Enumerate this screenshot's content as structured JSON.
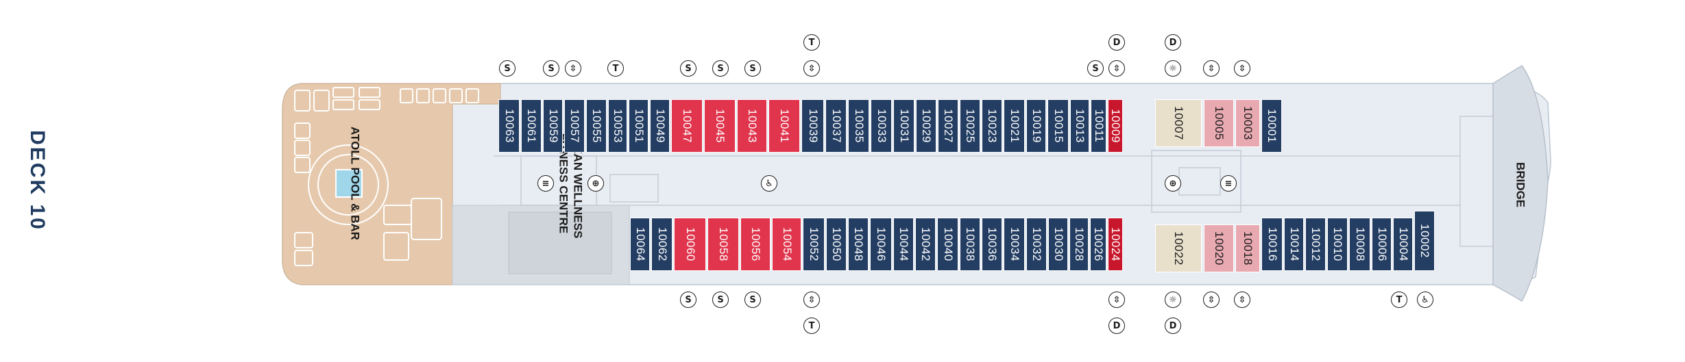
{
  "deck_title": "DECK 10",
  "labels": {
    "pool": "ATOLL POOL & BAR",
    "fitness_line1": "OCEAN WELLNESS",
    "fitness_line2": "FITNESS CENTRE",
    "bridge": "BRIDGE"
  },
  "colors": {
    "standard_cabin": "#243e63",
    "highlight_cabin": "#e0354d",
    "suite_cabin": "#e8a9b1",
    "deep_red_cabin": "#c8172d",
    "beige_cabin": "#e9e0cc",
    "deck_floor": "#e6ebf1",
    "pool_area": "#e6c9ac"
  },
  "legend_symbols": {
    "S": "S",
    "T": "T",
    "D": "D",
    "lift-icon": "⇳",
    "stairs-icon": "≡",
    "accessible-icon": "♿",
    "wave-icon": "☼",
    "defib-icon": "⊕"
  },
  "cabins_top": [
    "10063",
    "10061",
    "10059",
    "10057",
    "10055",
    "10053",
    "10051",
    "10049",
    "10047",
    "10045",
    "10043",
    "10041",
    "10039",
    "10037",
    "10035",
    "10033",
    "10031",
    "10029",
    "10027",
    "10025",
    "10023",
    "10021",
    "10019",
    "10015",
    "10013",
    "10011",
    "10009",
    "10007",
    "10005",
    "10003",
    "10001"
  ],
  "cabins_bottom": [
    "10064",
    "10062",
    "10060",
    "10058",
    "10056",
    "10054",
    "10052",
    "10050",
    "10048",
    "10046",
    "10044",
    "10042",
    "10040",
    "10038",
    "10036",
    "10034",
    "10032",
    "10030",
    "10028",
    "10026",
    "10024",
    "10022",
    "10020",
    "10018",
    "10016",
    "10014",
    "10012",
    "10010",
    "10008",
    "10006",
    "10004",
    "10002"
  ]
}
